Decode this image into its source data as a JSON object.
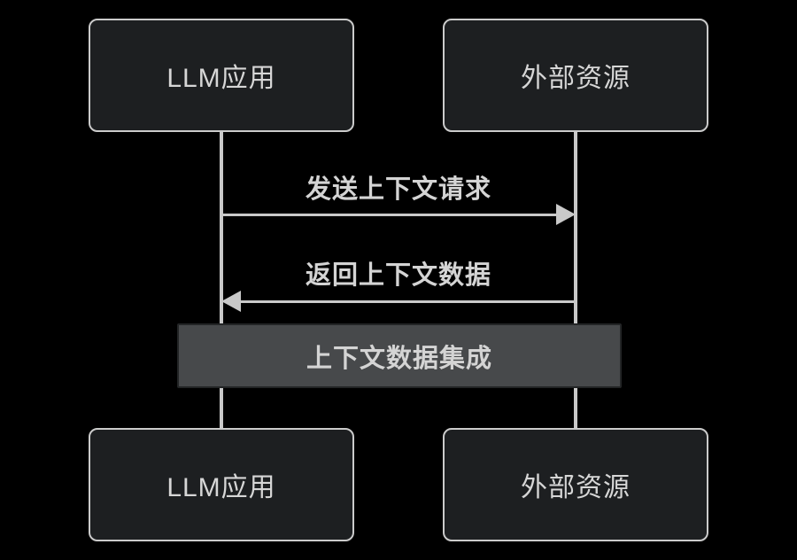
{
  "diagram": {
    "type": "sequence-diagram",
    "actors": [
      {
        "id": "llm-app",
        "label": "LLM应用"
      },
      {
        "id": "external-resource",
        "label": "外部资源"
      }
    ],
    "messages": [
      {
        "from": "llm-app",
        "to": "external-resource",
        "direction": "right",
        "label": "发送上下文请求"
      },
      {
        "from": "external-resource",
        "to": "llm-app",
        "direction": "left",
        "label": "返回上下文数据"
      }
    ],
    "activation": {
      "label": "上下文数据集成"
    },
    "colors": {
      "background": "#000000",
      "actor_fill": "#1d1f21",
      "actor_border": "#cbcbcb",
      "text": "#d6d6d6",
      "line": "#c9c9c9",
      "activation_fill": "#47494b",
      "activation_border": "#232526"
    }
  }
}
